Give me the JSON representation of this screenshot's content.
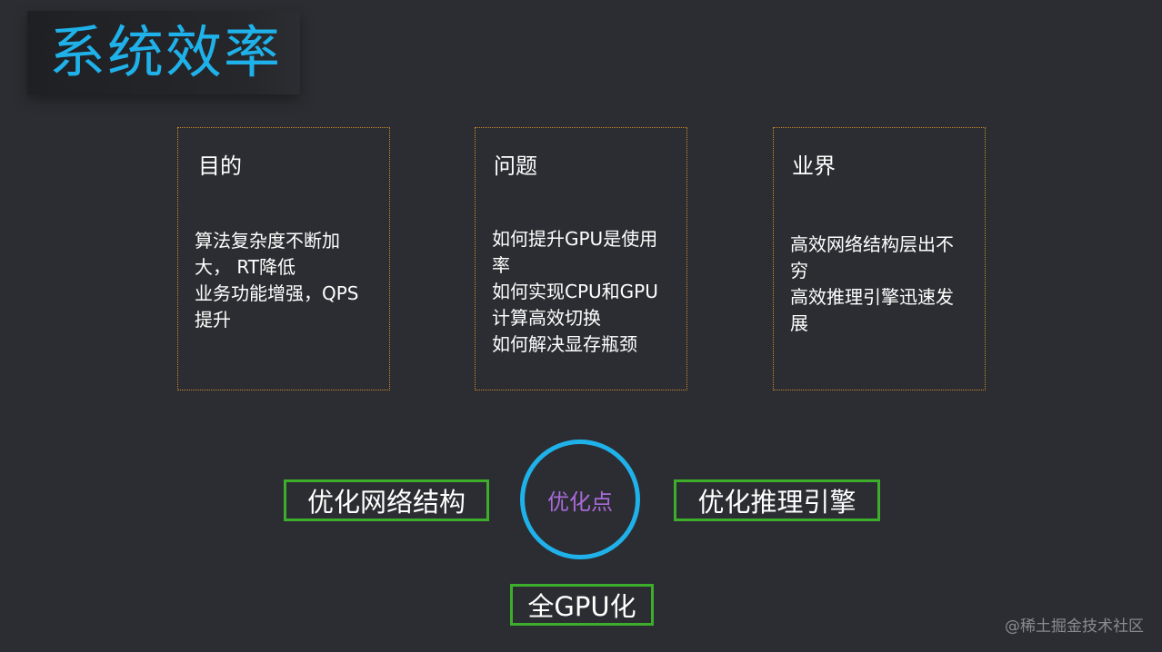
{
  "slide": {
    "title": "系统效率",
    "cards": [
      {
        "heading": "目的",
        "lines": [
          "算法复杂度不断加",
          "大， RT降低",
          "业务功能增强，QPS",
          "提升"
        ]
      },
      {
        "heading": "问题",
        "lines": [
          "如何提升GPU是使用",
          "率",
          "如何实现CPU和GPU",
          "计算高效切换",
          "如何解决显存瓶颈"
        ]
      },
      {
        "heading": "业界",
        "lines": [
          "高效网络结构层出不",
          "穷",
          "高效推理引擎迅速发",
          "展"
        ]
      }
    ],
    "center_label": "优化点",
    "tag_left": "优化网络结构",
    "tag_right": "优化推理引擎",
    "tag_bottom": "全GPU化",
    "watermark": "@稀土掘金技术社区"
  },
  "colors": {
    "background": "#2c2d32",
    "title": "#1fb2ea",
    "card_border": "#c98a2a",
    "circle_border": "#1fb2ea",
    "circle_text": "#a86ad8",
    "tag_border": "#3dae2b"
  }
}
